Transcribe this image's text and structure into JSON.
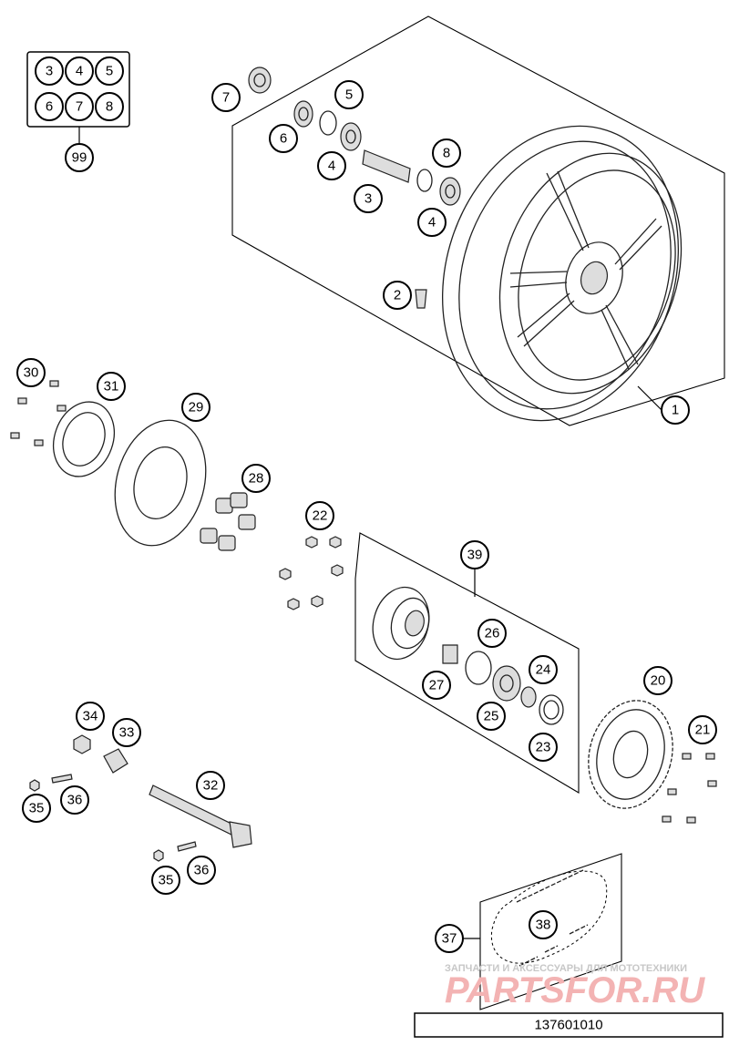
{
  "kit_box": {
    "labels": [
      "3",
      "4",
      "5",
      "6",
      "7",
      "8"
    ],
    "kit_number": "99"
  },
  "callouts": {
    "wheel": "1",
    "valve": "2",
    "spacer": "3",
    "bearing_a": "4",
    "bearing_b": "4",
    "circlip": "5",
    "seal_left": "6",
    "cap": "7",
    "ring": "8",
    "sprocket": "20",
    "sprocket_bolts": "21",
    "nuts": "22",
    "washer": "23",
    "bearing_c": "24",
    "seal_c": "25",
    "circlip_c": "26",
    "spacer_c": "27",
    "dampers": "28",
    "disc": "29",
    "disc_bolts": "30",
    "abs_ring": "31",
    "axle": "32",
    "chain_adjuster": "33",
    "axle_nut": "34",
    "nut_a": "35",
    "nut_b": "35",
    "pin_a": "36",
    "pin_b": "36",
    "chain": "37",
    "master_link": "38",
    "carrier": "39"
  },
  "watermark": {
    "small": "ЗАПЧАСТИ И АКСЕССУАРЫ ДЛЯ МОТОТЕХНИКИ",
    "big": "PARTSFOR.RU"
  },
  "catalog_number": "137601010"
}
